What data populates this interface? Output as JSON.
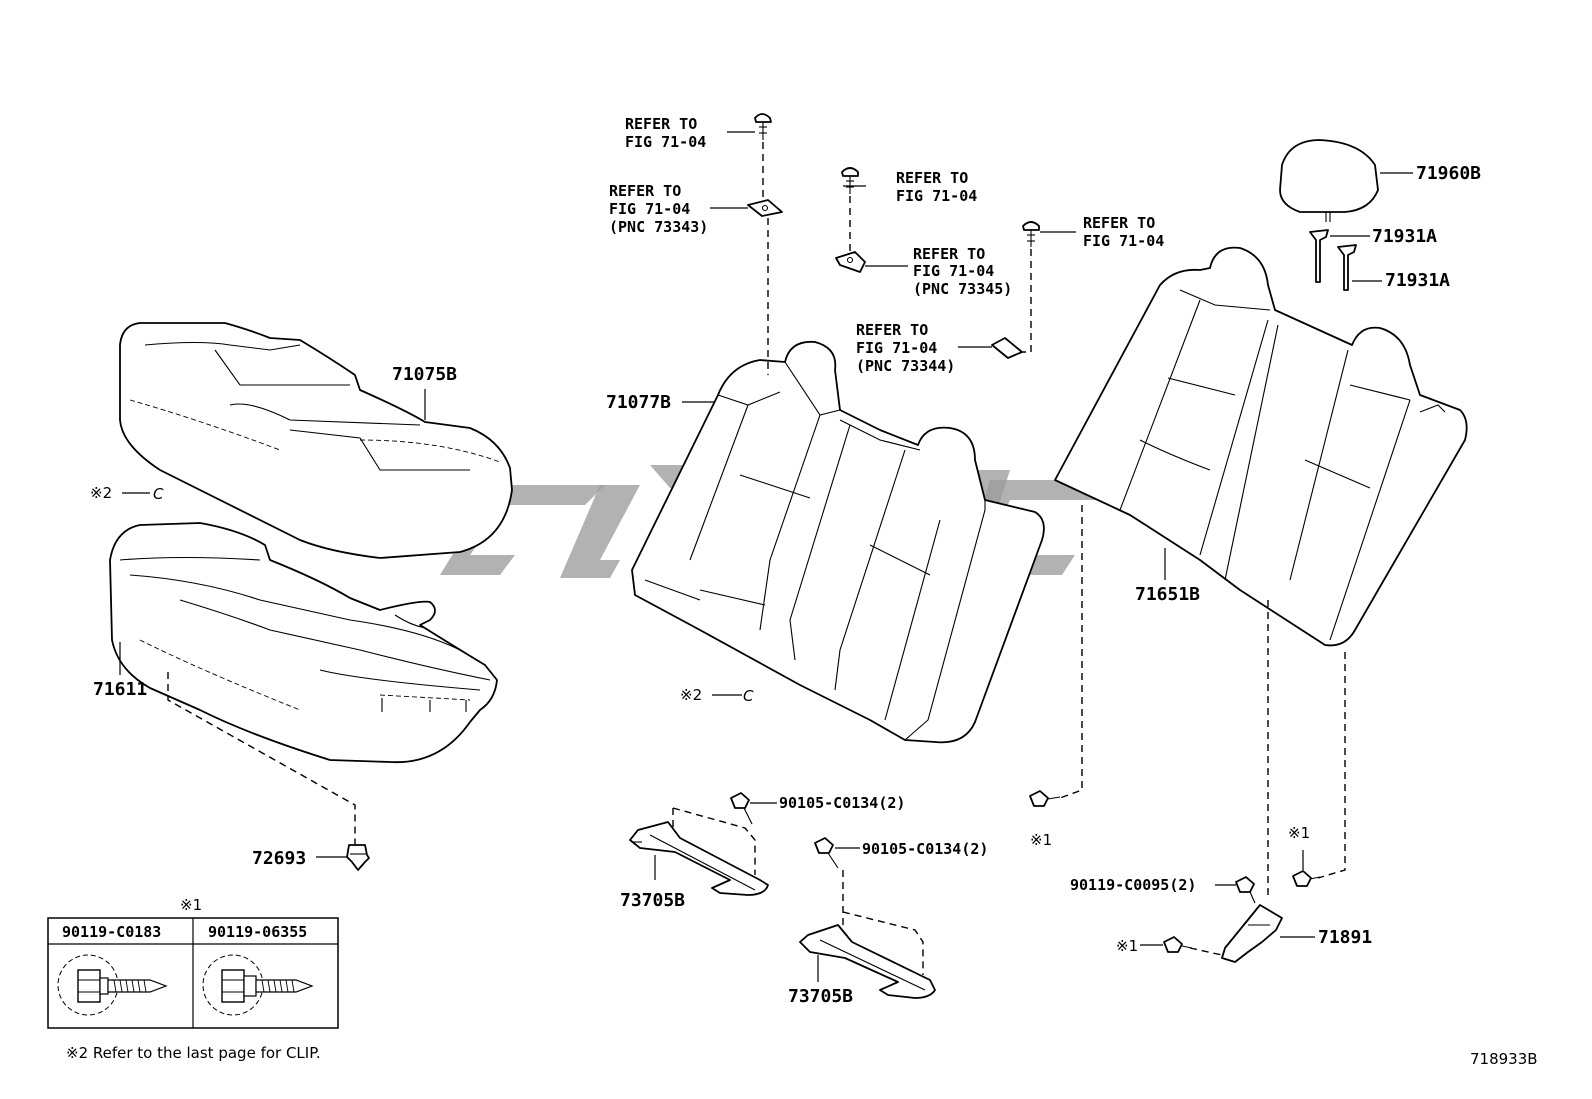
{
  "diagram": {
    "code": "718933B",
    "labels": {
      "p71075B": "71075B",
      "p71611": "71611",
      "p72693": "72693",
      "p71077B": "71077B",
      "p73705B_a": "73705B",
      "p73705B_b": "73705B",
      "p71651B": "71651B",
      "p71960B": "71960B",
      "p71931A_a": "71931A",
      "p71931A_b": "71931A",
      "p71891": "71891",
      "bolt_90105_a": "90105-C0134(2)",
      "bolt_90105_b": "90105-C0134(2)",
      "bolt_90119_c0095": "90119-C0095(2)",
      "refer_to": "REFER TO",
      "fig": "FIG 71-04",
      "pnc_73343": "(PNC 73343)",
      "pnc_73345": "(PNC 73345)",
      "pnc_73344": "(PNC 73344)",
      "note1": "※1",
      "note2": "※2",
      "clip_c": "C"
    },
    "note2_text": "※2  Refer to the last page for CLIP.",
    "table": {
      "header": "※1",
      "col1": "90119-C0183",
      "col2": "90119-06355"
    }
  }
}
